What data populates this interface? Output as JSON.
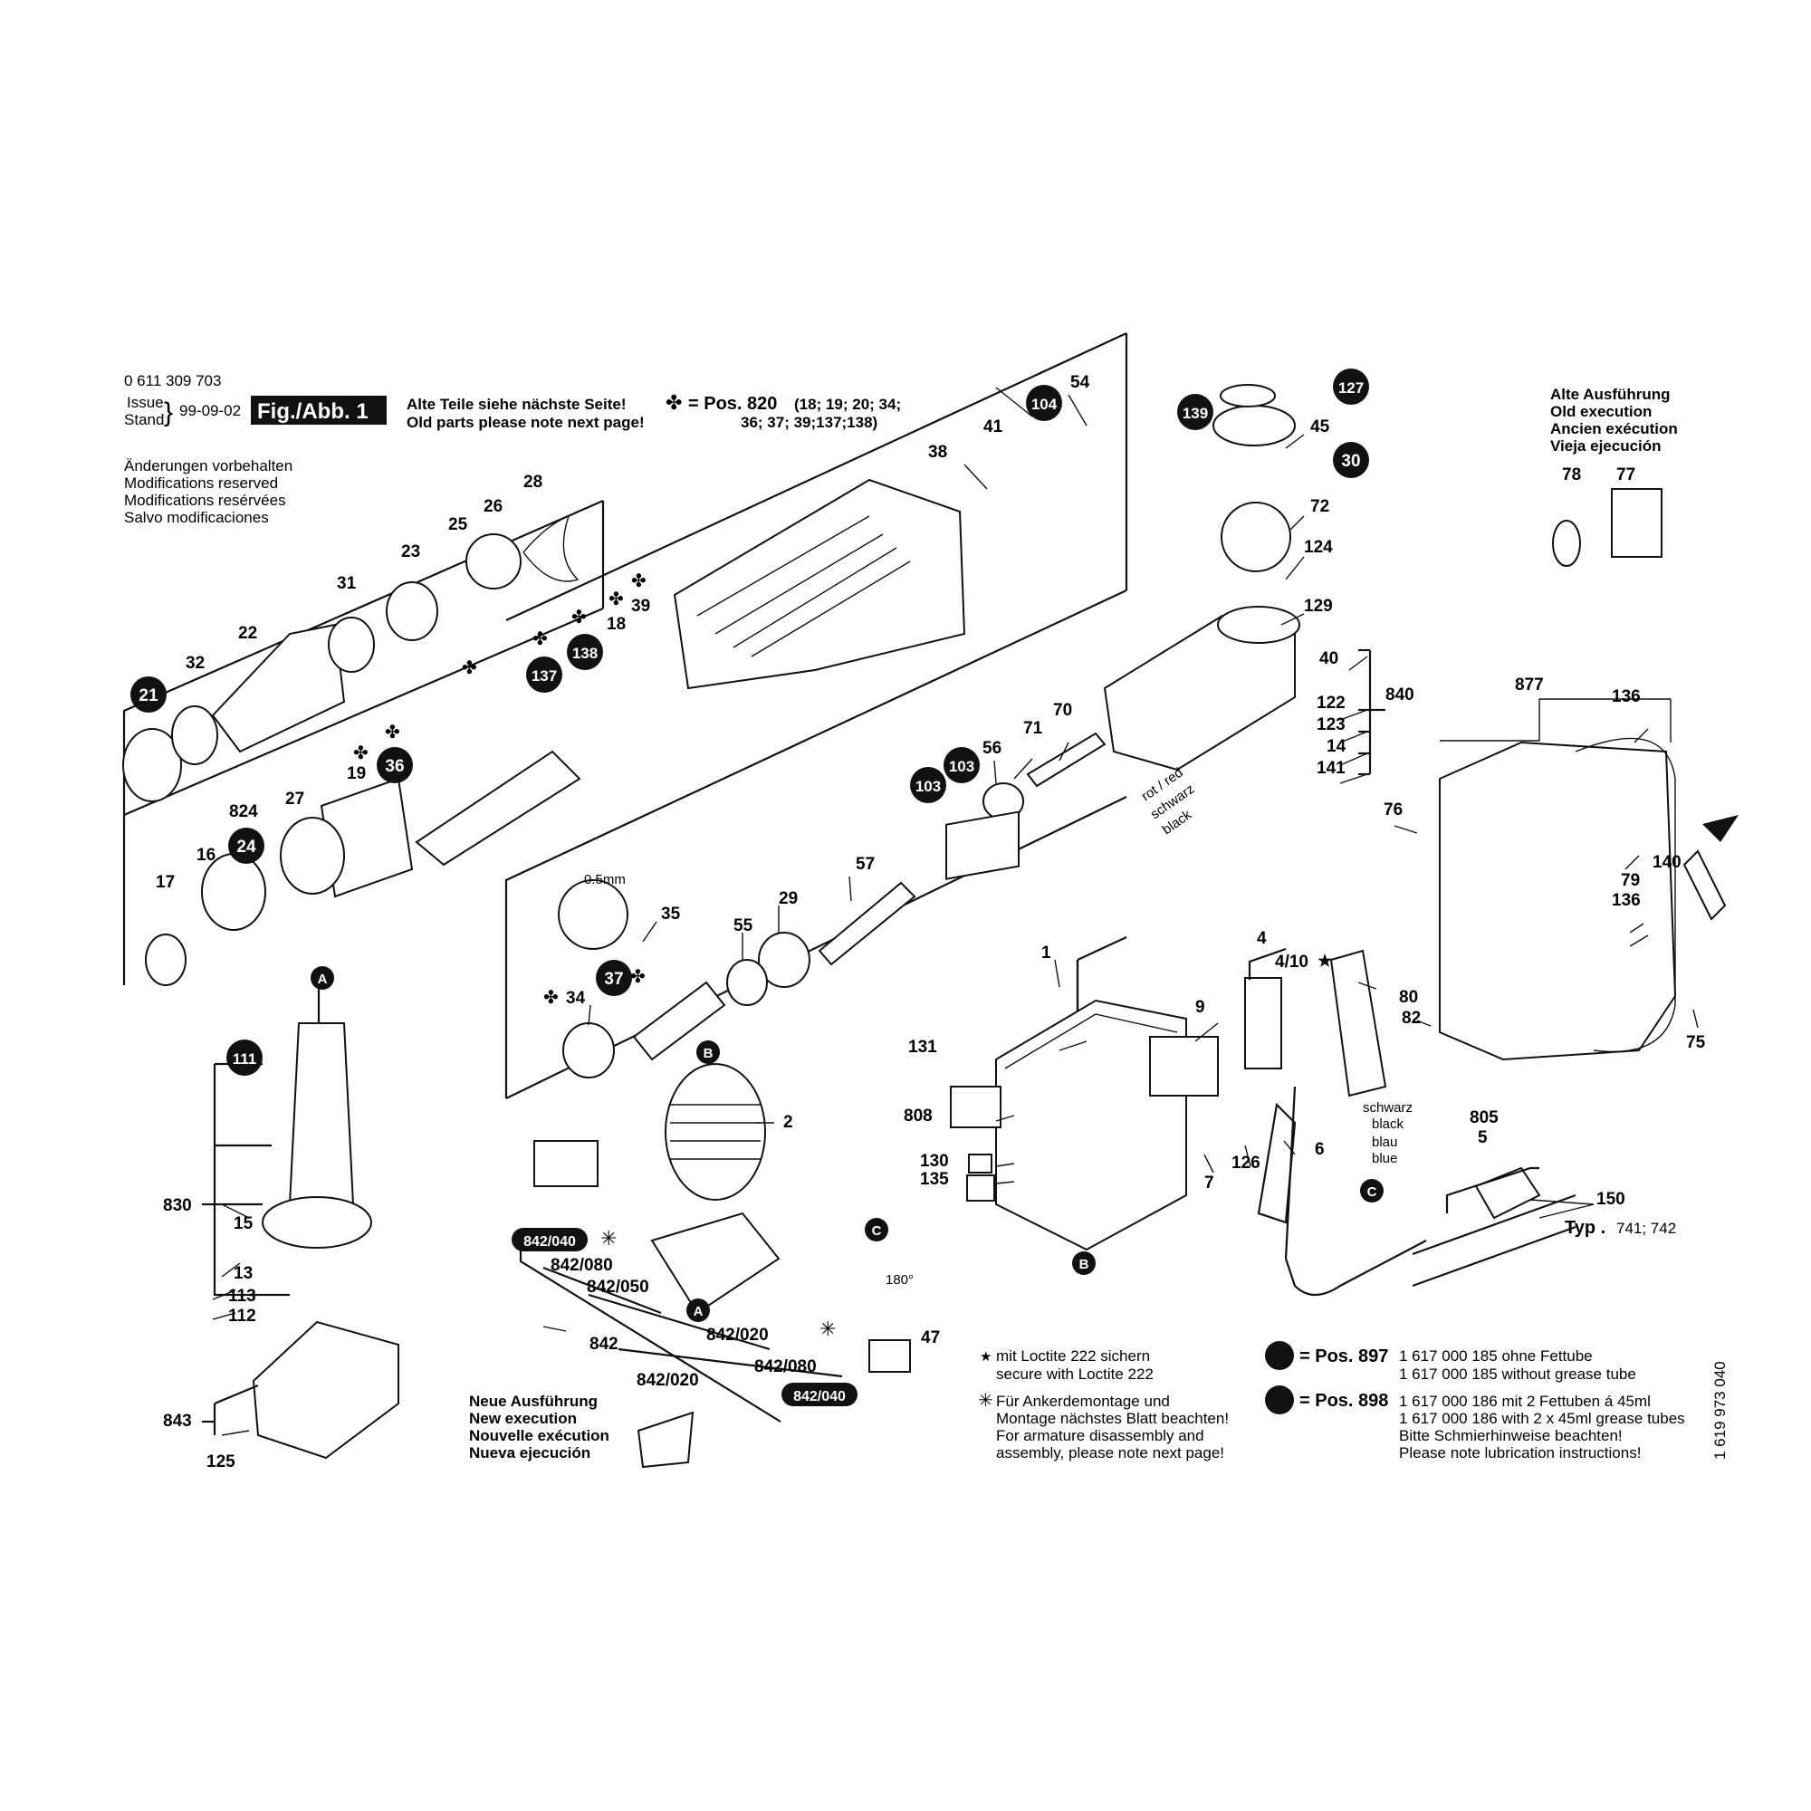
{
  "header": {
    "part_number": "0 611 309 703",
    "issue_label": "Issue",
    "stand_label": "Stand",
    "issue_date": "99-09-02",
    "fig_badge": "Fig./Abb. 1",
    "old_parts_de": "Alte Teile siehe nächste Seite!",
    "old_parts_en": "Old parts please note next page!",
    "pos820_label": "= Pos. 820",
    "pos820_list_1": "(18; 19; 20; 34;",
    "pos820_list_2": "36; 37; 39;137;138)"
  },
  "modifications": [
    "Änderungen vorbehalten",
    "Modifications reserved",
    "Modifications resérvées",
    "Salvo modificaciones"
  ],
  "old_execution": [
    "Alte Ausführung",
    "Old execution",
    "Ancien exécution",
    "Vieja ejecución"
  ],
  "new_execution": [
    "Neue Ausführung",
    "New execution",
    "Nouvelle exécution",
    "Nueva ejecución"
  ],
  "notes": {
    "loctite_1": "mit Loctite 222 sichern",
    "loctite_2": "secure with Loctite 222",
    "armature": [
      "Für Ankerdemontage und",
      "Montage nächstes Blatt beachten!",
      "For armature disassembly and",
      "assembly, please note next page!"
    ],
    "pos897_label": "= Pos. 897",
    "pos897_1": "1 617 000 185 ohne Fettube",
    "pos897_2": "1 617 000 185 without grease tube",
    "pos898_label": "= Pos. 898",
    "pos898_1": "1 617 000 186 mit 2 Fettuben á 45ml",
    "pos898_2": "1 617 000 186 with 2 x 45ml grease tubes",
    "pos898_3": "Bitte Schmierhinweise beachten!",
    "pos898_4": "Please note lubrication instructions!",
    "typ_label": "Typ .",
    "typ_values": "741; 742",
    "doc_number": "1 619 973 040"
  },
  "wire_labels": {
    "rot_red": "rot / red",
    "schwarz": "schwarz",
    "black": "black",
    "blau": "blau",
    "blue": "blue",
    "gap": "0.5mm",
    "angle": "180°"
  },
  "callouts": {
    "A": "A",
    "B": "B",
    "C": "C",
    "c21": "21",
    "c24": "24",
    "c36": "36",
    "c137": "137",
    "c138": "138",
    "c104": "104",
    "c139": "139",
    "c127": "127",
    "c30": "30",
    "c103a": "103",
    "c103b": "103",
    "c37": "37",
    "c111": "111",
    "c842_040a": "842/040",
    "c842_040b": "842/040"
  },
  "labels": {
    "n54": "54",
    "n41": "41",
    "n38": "38",
    "n28": "28",
    "n26": "26",
    "n25": "25",
    "n23": "23",
    "n31": "31",
    "n22": "22",
    "n32": "32",
    "n39": "39",
    "n18": "18",
    "n19": "19",
    "n27": "27",
    "n824": "824",
    "n17": "17",
    "n16": "16",
    "n45": "45",
    "n72": "72",
    "n124": "124",
    "n129": "129",
    "n40": "40",
    "n840": "840",
    "n122": "122",
    "n123": "123",
    "n14": "14",
    "n141": "141",
    "n70": "70",
    "n71": "71",
    "n56": "56",
    "n57": "57",
    "n29": "29",
    "n55": "55",
    "n35": "35",
    "n34": "34",
    "n78": "78",
    "n77": "77",
    "n877": "877",
    "n136a": "136",
    "n136b": "136",
    "n76": "76",
    "n140": "140",
    "n79": "79",
    "n80": "80",
    "n82": "82",
    "n75": "75",
    "n4": "4",
    "n4_10": "4/10",
    "n1": "1",
    "n9": "9",
    "n131": "131",
    "n808": "808",
    "n130": "130",
    "n135": "135",
    "n126": "126",
    "n7": "7",
    "n6": "6",
    "n2": "2",
    "n805": "805",
    "n5": "5",
    "n150": "150",
    "n830": "830",
    "n15": "15",
    "n13": "13",
    "n113": "113",
    "n112": "112",
    "n843": "843",
    "n125": "125",
    "n842_080a": "842/080",
    "n842_050": "842/050",
    "n842": "842",
    "n842_020a": "842/020",
    "n842_080b": "842/080",
    "n842_020b": "842/020",
    "n47": "47"
  },
  "symbols": {
    "cross": "✤",
    "star": "★",
    "asterisk": "✳"
  }
}
